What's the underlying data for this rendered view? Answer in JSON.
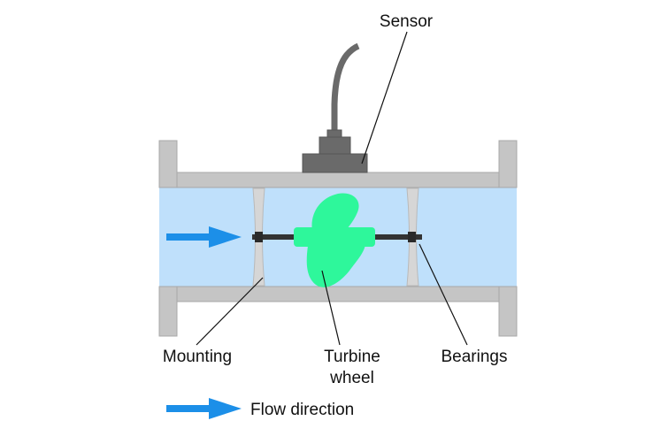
{
  "labels": {
    "sensor": "Sensor",
    "mounting": "Mounting",
    "turbine_line1": "Turbine",
    "turbine_line2": "wheel",
    "bearings": "Bearings",
    "legend": "Flow direction"
  },
  "colors": {
    "pipe_wall": "#c5c5c5",
    "pipe_outline": "#a8a8a8",
    "fluid": "#bfe0fb",
    "turbine": "#2ef79b",
    "sensor": "#6a6a6a",
    "shaft": "#333333",
    "arrow": "#1c8fe8",
    "mount": "#d6d6d6"
  }
}
